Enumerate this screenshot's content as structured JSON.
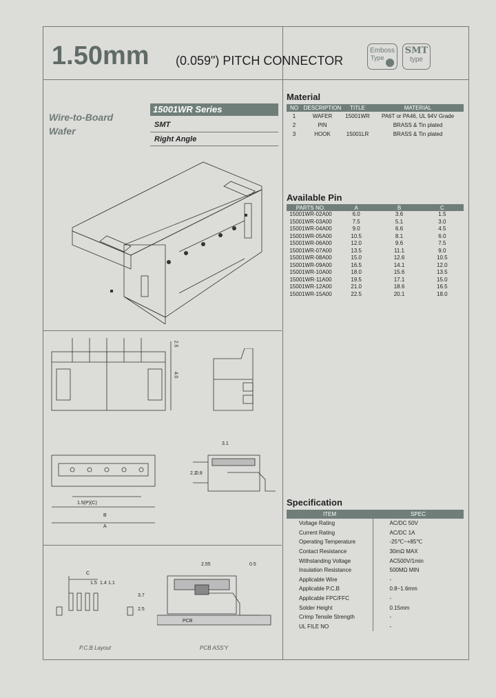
{
  "header": {
    "size": "1.50mm",
    "subtitle": "(0.059\") PITCH CONNECTOR",
    "badge_emboss_line1": "Emboss",
    "badge_emboss_line2": "Type",
    "badge_smt_line1": "SMT",
    "badge_smt_line2": "type"
  },
  "product": {
    "left_title_1": "Wire-to-Board",
    "left_title_2": "Wafer",
    "series": "15001WR Series",
    "mount": "SMT",
    "orientation": "Right Angle"
  },
  "material": {
    "title": "Material",
    "headers": [
      "NO",
      "DESCRIPTION",
      "TITLE",
      "MATERIAL"
    ],
    "rows": [
      [
        "1",
        "WAFER",
        "15001WR",
        "PA6T or PA46, UL 94V Grade"
      ],
      [
        "2",
        "PIN",
        "",
        "BRASS & Tin plated"
      ],
      [
        "3",
        "HOOK",
        "15001LR",
        "BRASS & Tin plated"
      ]
    ]
  },
  "pins": {
    "title": "Available Pin",
    "headers": [
      "PARTS NO.",
      "A",
      "B",
      "C"
    ],
    "rows": [
      [
        "15001WR-02A00",
        "6.0",
        "3.6",
        "1.5"
      ],
      [
        "15001WR-03A00",
        "7.5",
        "5.1",
        "3.0"
      ],
      [
        "15001WR-04A00",
        "9.0",
        "6.6",
        "4.5"
      ],
      [
        "15001WR-05A00",
        "10.5",
        "8.1",
        "6.0"
      ],
      [
        "15001WR-06A00",
        "12.0",
        "9.6",
        "7.5"
      ],
      [
        "15001WR-07A00",
        "13.5",
        "11.1",
        "9.0"
      ],
      [
        "15001WR-08A00",
        "15.0",
        "12.6",
        "10.5"
      ],
      [
        "15001WR-09A00",
        "16.5",
        "14.1",
        "12.0"
      ],
      [
        "15001WR-10A00",
        "18.0",
        "15.6",
        "13.5"
      ],
      [
        "15001WR-11A00",
        "19.5",
        "17.1",
        "15.0"
      ],
      [
        "15001WR-12A00",
        "21.0",
        "18.6",
        "16.5"
      ],
      [
        "15001WR-15A00",
        "22.5",
        "20.1",
        "18.0"
      ]
    ]
  },
  "spec": {
    "title": "Specification",
    "headers": [
      "ITEM",
      "SPEC"
    ],
    "rows": [
      [
        "Voltage Rating",
        "AC/DC 50V"
      ],
      [
        "Current Rating",
        "AC/DC 1A"
      ],
      [
        "Operating Temperature",
        "-25℃~+85℃"
      ],
      [
        "Contact Resistance",
        "30mΩ MAX"
      ],
      [
        "Withstanding Voltage",
        "AC500V/1min"
      ],
      [
        "Insulation Resistance",
        "500MΩ MIN"
      ],
      [
        "Applicable Wire",
        "-"
      ],
      [
        "Applicable P.C.B",
        "0.8~1.6mm"
      ],
      [
        "Applicable FPC/FFC",
        "-"
      ],
      [
        "Solder Height",
        "0.15mm"
      ],
      [
        "Crimp Tensile Strength",
        "-"
      ],
      [
        "UL FILE NO",
        "-"
      ]
    ]
  },
  "drawing": {
    "dim_a": "A",
    "dim_b": "B",
    "dim_c": "C",
    "dim_pitch": "1.5(P)(C)",
    "dim_h1": "2.5",
    "dim_h2": "4.0",
    "dim_w": "3.1",
    "dim_side1": "2.2",
    "dim_side2": "0.8",
    "dim_pcb1": "2.55",
    "dim_pcb2": "0.5",
    "dim_layout1": "1.5",
    "dim_layout2": "1.4",
    "dim_layout3": "1.1",
    "dim_layout4": "3.7",
    "dim_layout5": "2.5",
    "caption_layout": "P.C.B Layout",
    "caption_assy": "PCB ASS'Y",
    "pcb_label": "PCB"
  }
}
